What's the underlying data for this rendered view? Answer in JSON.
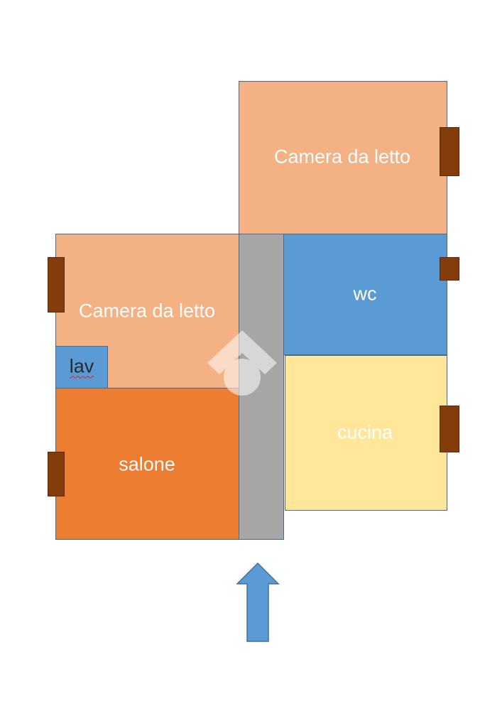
{
  "rooms": {
    "bedroom_top": {
      "label": "Camera da letto"
    },
    "bedroom_left": {
      "label": "Camera da letto"
    },
    "wc": {
      "label": "wc"
    },
    "kitchen": {
      "label": "cucina"
    },
    "living": {
      "label": "salone"
    },
    "laundry": {
      "label": "lav"
    }
  },
  "colors": {
    "bedroom": "#f4b183",
    "bathroom": "#5b9bd5",
    "kitchen": "#ffe699",
    "living": "#ed7d31",
    "hallway": "#a6a6a6",
    "window": "#843c0c",
    "entrance_arrow": "#5b9bd5"
  },
  "icons": {
    "entrance": "up-arrow-icon",
    "watermark": "house-logo-icon"
  }
}
